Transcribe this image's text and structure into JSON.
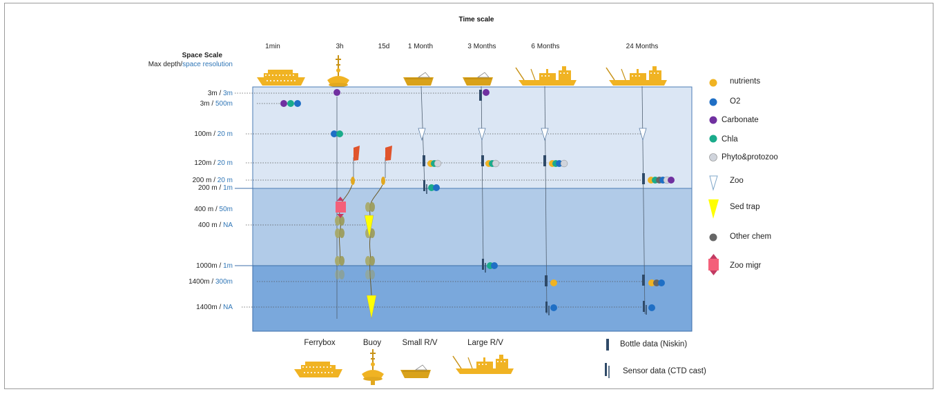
{
  "title": "Time scale",
  "space_scale": {
    "title": "Space Scale",
    "subtitle_black": "Max depth/",
    "subtitle_blue": "space resolution"
  },
  "time_labels": [
    "1min",
    "3h",
    "15d",
    "1 Month",
    "3 Months",
    "6 Months",
    "24 Months"
  ],
  "depth_rows": [
    {
      "depth": "3m /",
      "res": "3m"
    },
    {
      "depth": "3m /",
      "res": "500m"
    },
    {
      "depth": "100m /",
      "res": "20 m"
    },
    {
      "depth": "120m /",
      "res": "20 m"
    },
    {
      "depth": "200 m /",
      "res": "20 m"
    },
    {
      "depth": "200 m /",
      "res": "1m"
    },
    {
      "depth": "400 m /",
      "res": "50m"
    },
    {
      "depth": "400 m /",
      "res": "NA"
    },
    {
      "depth": "1000m /",
      "res": "1m"
    },
    {
      "depth": "1400m /",
      "res": "300m"
    },
    {
      "depth": "1400m /",
      "res": "NA"
    }
  ],
  "legend": [
    {
      "label": "nutrients",
      "icon": "circle",
      "color": "#f0b323"
    },
    {
      "label": "O2",
      "icon": "circle",
      "color": "#1f6fc5"
    },
    {
      "label": "Carbonate",
      "icon": "circle",
      "color": "#7030a0"
    },
    {
      "label": "Chla",
      "icon": "circle",
      "color": "#1aab8b"
    },
    {
      "label": "Phyto&protozoo",
      "icon": "circle",
      "color": "#d0d4dc"
    },
    {
      "label": "Zoo",
      "icon": "open-triangle",
      "color": "#7fa7c9"
    },
    {
      "label": "Sed trap",
      "icon": "yellow-triangle",
      "color": "#ffff00"
    },
    {
      "label": "Other chem",
      "icon": "circle",
      "color": "#666666"
    },
    {
      "label": "Zoo migr",
      "icon": "double-arrow-box",
      "color": "#f4607a"
    }
  ],
  "platforms": [
    "Ferrybox",
    "Buoy",
    "Small R/V",
    "Large R/V"
  ],
  "data_types": [
    {
      "label": "Bottle data (Niskin)",
      "icon": "bottle-bar"
    },
    {
      "label": "Sensor data (CTD cast)",
      "icon": "sensor-bar"
    }
  ],
  "colors": {
    "layer_surface": "#dbe6f4",
    "layer_mid": "#b1cbe8",
    "layer_deep": "#7aa8dc",
    "vessel": "#f0b323",
    "bar": "#2f4a68",
    "blue_text": "#2e75b6"
  }
}
